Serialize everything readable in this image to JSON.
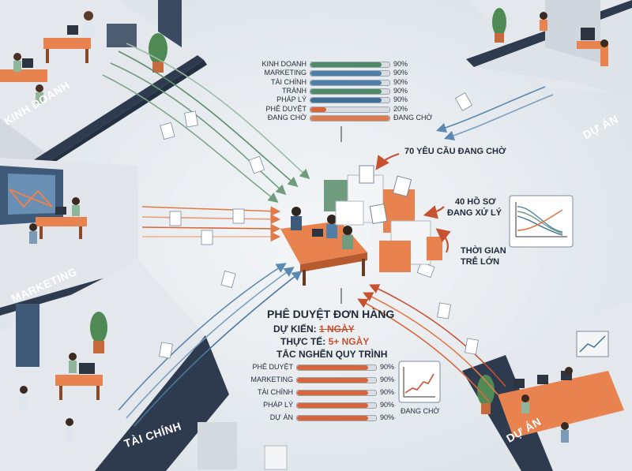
{
  "departments": {
    "sales": "KINH DOANH",
    "marketing": "MARKETING",
    "finance": "TÀI CHÍNH",
    "project_top": "DỰ ÁN",
    "project_bottom": "DỰ ÁN"
  },
  "top_panel": {
    "rows": [
      {
        "label": "KINH DOANH",
        "value": "90%",
        "fill": 0.9,
        "color": "#4f8a66"
      },
      {
        "label": "MARKETING",
        "value": "90%",
        "fill": 0.9,
        "color": "#4f7fa6"
      },
      {
        "label": "TÀI CHÍNH",
        "value": "90%",
        "fill": 0.9,
        "color": "#4f7fa6"
      },
      {
        "label": "TRÀNH",
        "value": "90%",
        "fill": 0.9,
        "color": "#4f8a66"
      },
      {
        "label": "PHÁP LÝ",
        "value": "90%",
        "fill": 0.9,
        "color": "#3f6f95"
      },
      {
        "label": "PHÊ DUYỆT",
        "value": "20%",
        "fill": 0.2,
        "color": "#d9653b"
      },
      {
        "label": "ĐANG CHỜ",
        "value": "ĐANG CHỜ",
        "fill": 1.0,
        "color": "#e07a4a"
      }
    ]
  },
  "callouts": {
    "pending": "70 YÊU CẦU ĐANG CHỜ",
    "processing_1": "40 HỒ SƠ",
    "processing_2": "ĐANG XỬ LÝ",
    "delay_1": "THỜI GIAN",
    "delay_2": "TRỄ LỚN"
  },
  "approval": {
    "title": "PHÊ DUYỆT ĐƠN HÀNG",
    "expected_label": "DỰ KIẾN:",
    "expected_value": "1 NGÀY",
    "actual_label": "THỰC TẾ:",
    "actual_value": "5+ NGÀY",
    "bottleneck": "TẮC NGHẼN QUY TRÌNH"
  },
  "bottom_panel": {
    "rows": [
      {
        "label": "PHÊ DUYỆT",
        "value": "90%",
        "fill": 0.9,
        "color": "#d9653b"
      },
      {
        "label": "MARKETING",
        "value": "90%",
        "fill": 0.9,
        "color": "#d9653b"
      },
      {
        "label": "TÀI CHÍNH",
        "value": "90%",
        "fill": 0.9,
        "color": "#d9653b"
      },
      {
        "label": "PHÁP LÝ",
        "value": "90%",
        "fill": 0.9,
        "color": "#d9653b"
      },
      {
        "label": "DỰ ÁN",
        "value": "90%",
        "fill": 0.9,
        "color": "#d9653b"
      }
    ],
    "chart_label": "ĐANG CHỜ"
  },
  "colors": {
    "dark_floor": "#2e3b4e",
    "orange": "#e07a4a",
    "green": "#6f9c7e",
    "blue": "#5a88b0",
    "desk": "#e8834f"
  }
}
